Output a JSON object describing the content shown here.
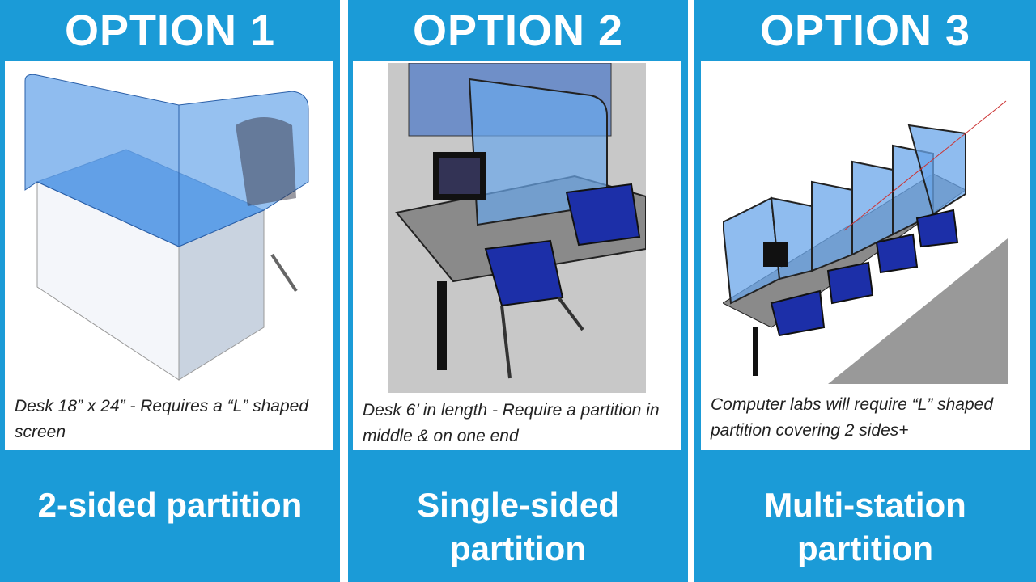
{
  "options": [
    {
      "title": "OPTION 1",
      "caption": "Desk 18” x 24” - Requires a “L” shaped screen",
      "label": "2-sided partition"
    },
    {
      "title": "OPTION 2",
      "caption": "Desk 6’ in length - Require a partition in middle & on one end",
      "label": "Single-sided partition"
    },
    {
      "title": "OPTION 3",
      "caption": "Computer labs will require “L” shaped partition covering 2 sides+",
      "label": "Multi-station partition"
    }
  ],
  "colors": {
    "brand_blue": "#1b9bd7",
    "partition_blue": "#5b8fe0",
    "chair_blue": "#1c2fa8"
  }
}
